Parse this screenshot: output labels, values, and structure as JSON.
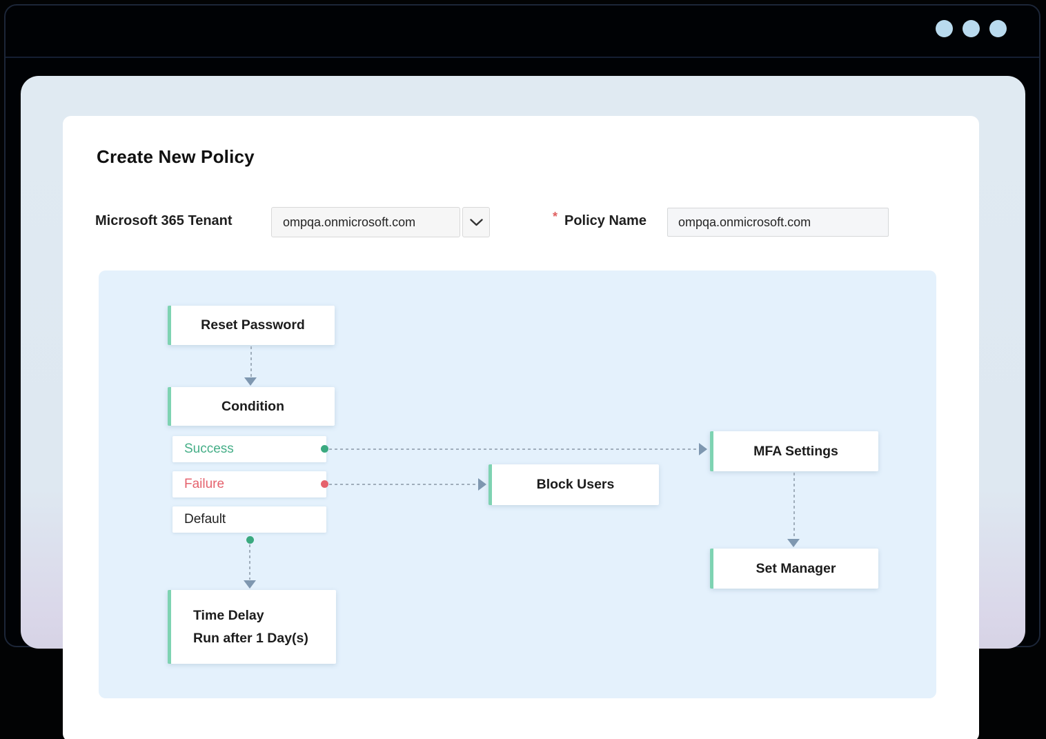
{
  "header": {
    "title": "Create New Policy"
  },
  "form": {
    "tenant": {
      "label": "Microsoft 365 Tenant",
      "value": "ompqa.onmicrosoft.com"
    },
    "policy_name": {
      "label": "Policy Name",
      "required_marker": "*",
      "value": "ompqa.onmicrosoft.com"
    }
  },
  "workflow": {
    "nodes": {
      "reset_password": {
        "label": "Reset Password"
      },
      "condition": {
        "label": "Condition"
      },
      "block_users": {
        "label": "Block Users"
      },
      "mfa_settings": {
        "label": "MFA Settings"
      },
      "set_manager": {
        "label": "Set Manager"
      },
      "time_delay": {
        "label": "Time Delay",
        "sublabel": "Run after 1 Day(s)"
      }
    },
    "branches": [
      {
        "label": "Success"
      },
      {
        "label": "Failure"
      },
      {
        "label": "Default"
      }
    ],
    "edges": [
      {
        "from": "Reset Password",
        "to": "Condition"
      },
      {
        "from": "Success",
        "to": "MFA Settings"
      },
      {
        "from": "Failure",
        "to": "Block Users"
      },
      {
        "from": "Default",
        "to": "Time Delay"
      },
      {
        "from": "MFA Settings",
        "to": "Set Manager"
      }
    ]
  },
  "colors": {
    "accent_teal": "#7ed3b2",
    "success_green": "#45ae87",
    "failure_red": "#e5626d",
    "dot_green": "#3aa97f",
    "connector_gray": "#9fadbb",
    "arrow_blue_gray": "#7e97b0",
    "panel_blue": "#e4f1fc",
    "titlebar_dot": "#b9daee",
    "frame_outline": "#1c2638"
  }
}
